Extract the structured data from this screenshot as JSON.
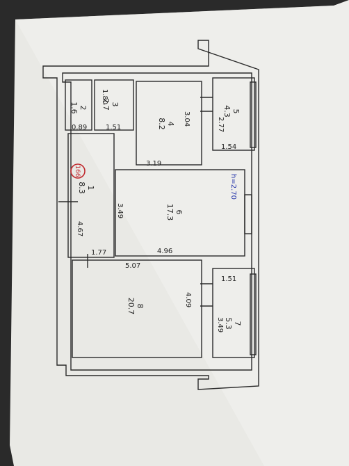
{
  "plan": {
    "stamp": "166",
    "rooms": [
      {
        "id": "1",
        "area": "8.3"
      },
      {
        "id": "2",
        "area": "1.6"
      },
      {
        "id": "3",
        "area": "2.7"
      },
      {
        "id": "4",
        "area": "8.2"
      },
      {
        "id": "5",
        "area": "4.3"
      },
      {
        "id": "6",
        "area": "17.3"
      },
      {
        "id": "7",
        "area": "5.3"
      },
      {
        "id": "8",
        "area": "20.7"
      }
    ],
    "dims": {
      "d089": "0.89",
      "d151a": "1.51",
      "d180": "1.80",
      "d304": "3.04",
      "d277": "2.77",
      "d154": "1.54",
      "d319": "3.19",
      "d349a": "3.49",
      "d467": "4.67",
      "d177": "1.77",
      "d496": "4.96",
      "d270": "h=2.70",
      "d507": "5.07",
      "d409": "4.09",
      "d151b": "1.51",
      "d349b": "3.49"
    }
  },
  "colors": {
    "paper": "#eeeeea",
    "ink": "#222222",
    "stamp": "#c0282d",
    "blue": "#1f2fa8"
  }
}
